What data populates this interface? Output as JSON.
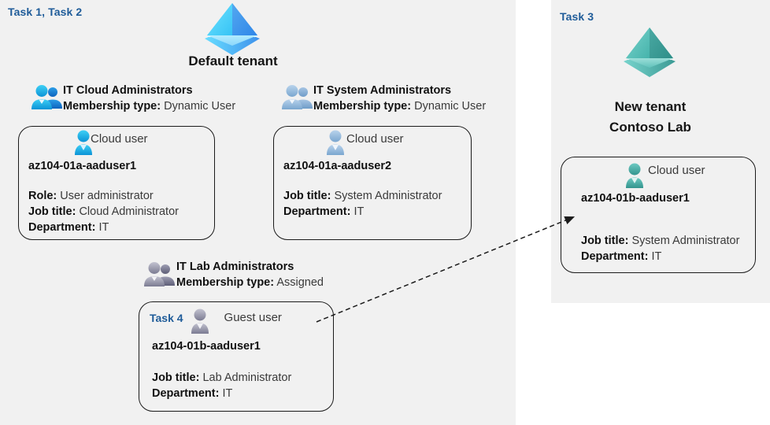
{
  "colors": {
    "panel_bg": "#f1f1f1",
    "page_bg": "#ffffff",
    "task_label": "#1f5c99",
    "card_border": "#1b1b1b",
    "tenant_blue": "#32b0f0",
    "tenant_teal": "#4bbfb7",
    "group_blue": "#1ba1e2",
    "group_gray": "#8e8fa8",
    "user_blue": "#29b6e8",
    "user_lightblue": "#a8c6e2",
    "user_gray": "#a9a9b8",
    "user_teal": "#4cb5ad"
  },
  "left_panel": {
    "task_label": "Task 1, Task 2",
    "tenant": {
      "icon": "azure-ad-tenant-icon",
      "name": "Default tenant"
    },
    "groups": [
      {
        "icon": "group-users-icon",
        "name": "IT Cloud Administrators",
        "meta_label": "Membership type:",
        "meta_value": "Dynamic User",
        "card": {
          "user_type_icon": "cloud-user-icon",
          "user_type": "Cloud user",
          "username": "az104-01a-aaduser1",
          "attrs": [
            {
              "label": "Role:",
              "value": "User administrator"
            },
            {
              "label": "Job title:",
              "value": "Cloud Administrator"
            },
            {
              "label": "Department:",
              "value": "IT"
            }
          ]
        }
      },
      {
        "icon": "group-users-icon",
        "name": "IT System Administrators",
        "meta_label": "Membership type:",
        "meta_value": "Dynamic User",
        "card": {
          "user_type_icon": "cloud-user-icon",
          "user_type": "Cloud user",
          "username": "az104-01a-aaduser2",
          "attrs": [
            {
              "label": "Job title:",
              "value": "System Administrator"
            },
            {
              "label": "Department:",
              "value": "IT"
            }
          ]
        }
      },
      {
        "icon": "group-users-icon",
        "name": "IT Lab Administrators",
        "meta_label": "Membership type:",
        "meta_value": "Assigned",
        "card": {
          "task_label": "Task 4",
          "user_type_icon": "guest-user-icon",
          "user_type": "Guest user",
          "username": "az104-01b-aaduser1",
          "attrs": [
            {
              "label": "Job title:",
              "value": "Lab Administrator"
            },
            {
              "label": "Department:",
              "value": "IT"
            }
          ]
        }
      }
    ]
  },
  "right_panel": {
    "task_label": "Task 3",
    "tenant": {
      "icon": "azure-ad-tenant-icon",
      "name_line1": "New  tenant",
      "name_line2": "Contoso Lab"
    },
    "card": {
      "user_type_icon": "cloud-user-icon",
      "user_type": "Cloud user",
      "username": "az104-01b-aaduser1",
      "attrs": [
        {
          "label": "Job title:",
          "value": "System Administrator"
        },
        {
          "label": "Department:",
          "value": "IT"
        }
      ]
    }
  },
  "connector": {
    "name": "guest-invite-arrow",
    "style": "dashed",
    "from": "IT Lab Administrators guest user card",
    "to": "Contoso Lab cloud user card"
  }
}
